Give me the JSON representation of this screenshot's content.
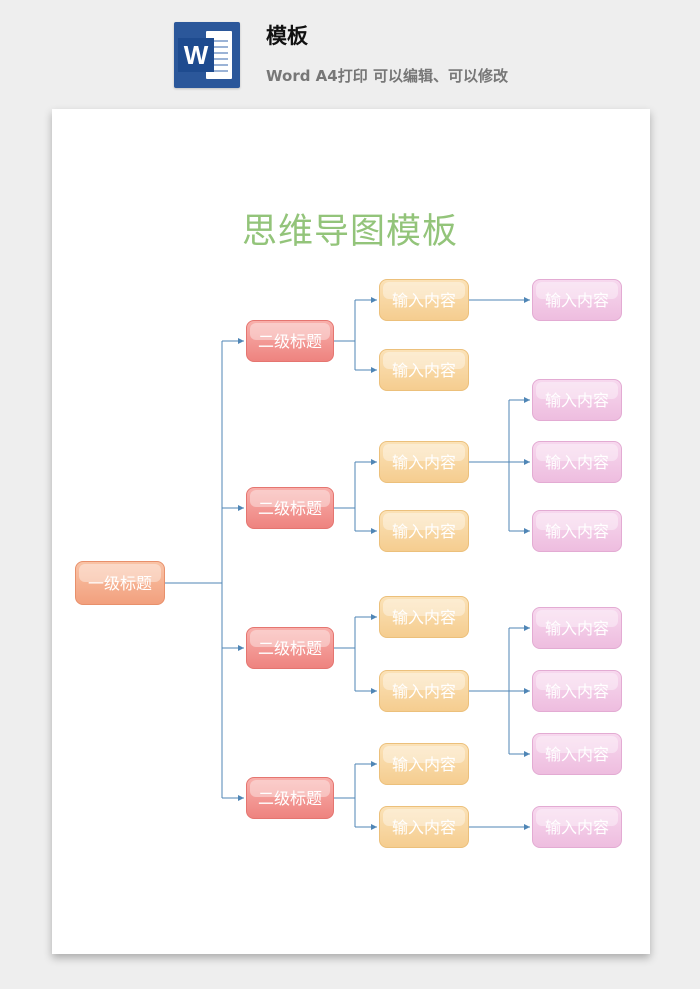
{
  "header": {
    "icon_letter": "W",
    "title": "模板",
    "subtitle": "Word A4打印 可以编辑、可以修改"
  },
  "document": {
    "title": "思维导图模板"
  },
  "mindmap": {
    "root": {
      "label": "一级标题"
    },
    "branches": [
      {
        "label": "二级标题",
        "children": [
          {
            "label": "输入内容",
            "children": [
              "输入内容"
            ]
          },
          {
            "label": "输入内容",
            "children": []
          }
        ]
      },
      {
        "label": "二级标题",
        "children": [
          {
            "label": "输入内容",
            "children": [
              "输入内容",
              "输入内容",
              "输入内容"
            ]
          },
          {
            "label": "输入内容",
            "children": []
          }
        ]
      },
      {
        "label": "二级标题",
        "children": [
          {
            "label": "输入内容",
            "children": []
          },
          {
            "label": "输入内容",
            "children": [
              "输入内容",
              "输入内容",
              "输入内容"
            ]
          }
        ]
      },
      {
        "label": "二级标题",
        "children": [
          {
            "label": "输入内容",
            "children": []
          },
          {
            "label": "输入内容",
            "children": [
              "输入内容"
            ]
          }
        ]
      }
    ]
  },
  "colors": {
    "title": "#93c47a",
    "connector": "#4f86b6",
    "level1": "#f2a07e",
    "level2": "#ee837f",
    "level3": "#f5cd90",
    "level4": "#eebddf"
  }
}
